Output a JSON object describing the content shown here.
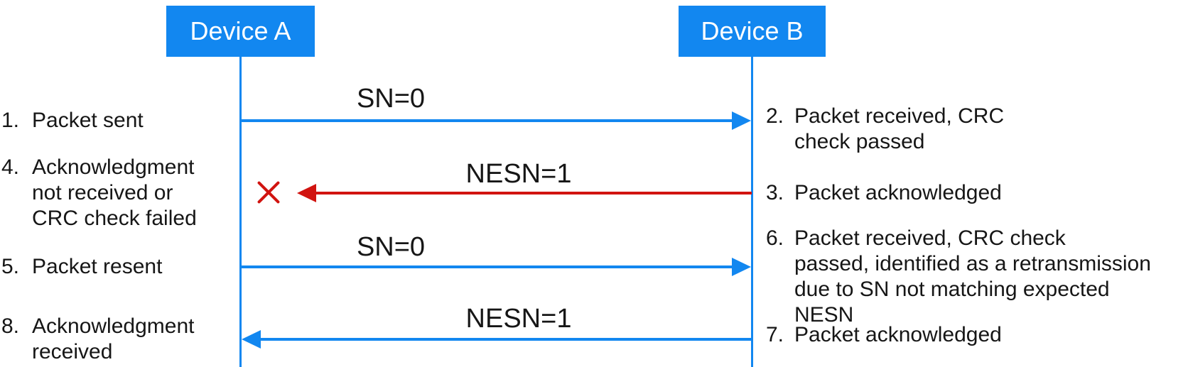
{
  "diagram": {
    "type": "sequence-diagram",
    "actors": [
      {
        "label": "Device A"
      },
      {
        "label": "Device B"
      }
    ],
    "messages": [
      {
        "label": "SN=0",
        "from": "Device A",
        "to": "Device B",
        "color": "#1287F0",
        "status": "delivered"
      },
      {
        "label": "NESN=1",
        "from": "Device B",
        "to": "Device A",
        "color": "#D11410",
        "status": "failed-marked-with-x"
      },
      {
        "label": "SN=0",
        "from": "Device A",
        "to": "Device B",
        "color": "#1287F0",
        "status": "delivered"
      },
      {
        "label": "NESN=1",
        "from": "Device B",
        "to": "Device A",
        "color": "#1287F0",
        "status": "delivered"
      }
    ],
    "left_notes": [
      {
        "num": "1.",
        "text": "Packet sent"
      },
      {
        "num": "4.",
        "text": "Acknowledgment\nnot received or\nCRC check failed"
      },
      {
        "num": "5.",
        "text": "Packet resent"
      },
      {
        "num": "8.",
        "text": "Acknowledgment\nreceived"
      }
    ],
    "right_notes": [
      {
        "num": "2.",
        "text": "Packet received, CRC\ncheck passed"
      },
      {
        "num": "3.",
        "text": "Packet acknowledged"
      },
      {
        "num": "6.",
        "text": "Packet received, CRC check\npassed, identified as a retransmission\ndue to SN not matching expected\nNESN"
      },
      {
        "num": "7.",
        "text": "Packet acknowledged"
      }
    ],
    "colors": {
      "blue": "#1287F0",
      "red": "#D11410",
      "ink": "#161616"
    }
  }
}
